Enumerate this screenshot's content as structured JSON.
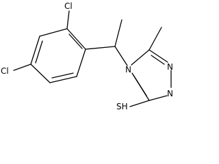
{
  "molecule": {
    "atoms": {
      "cl_ortho": "Cl",
      "cl_para": "Cl",
      "n_ring": "N",
      "n_ring_upper": "N",
      "n_ring_lower": "N",
      "sh": "SH"
    },
    "colors": {
      "bond": "#000000",
      "label": "#000000",
      "background": "#ffffff"
    }
  }
}
